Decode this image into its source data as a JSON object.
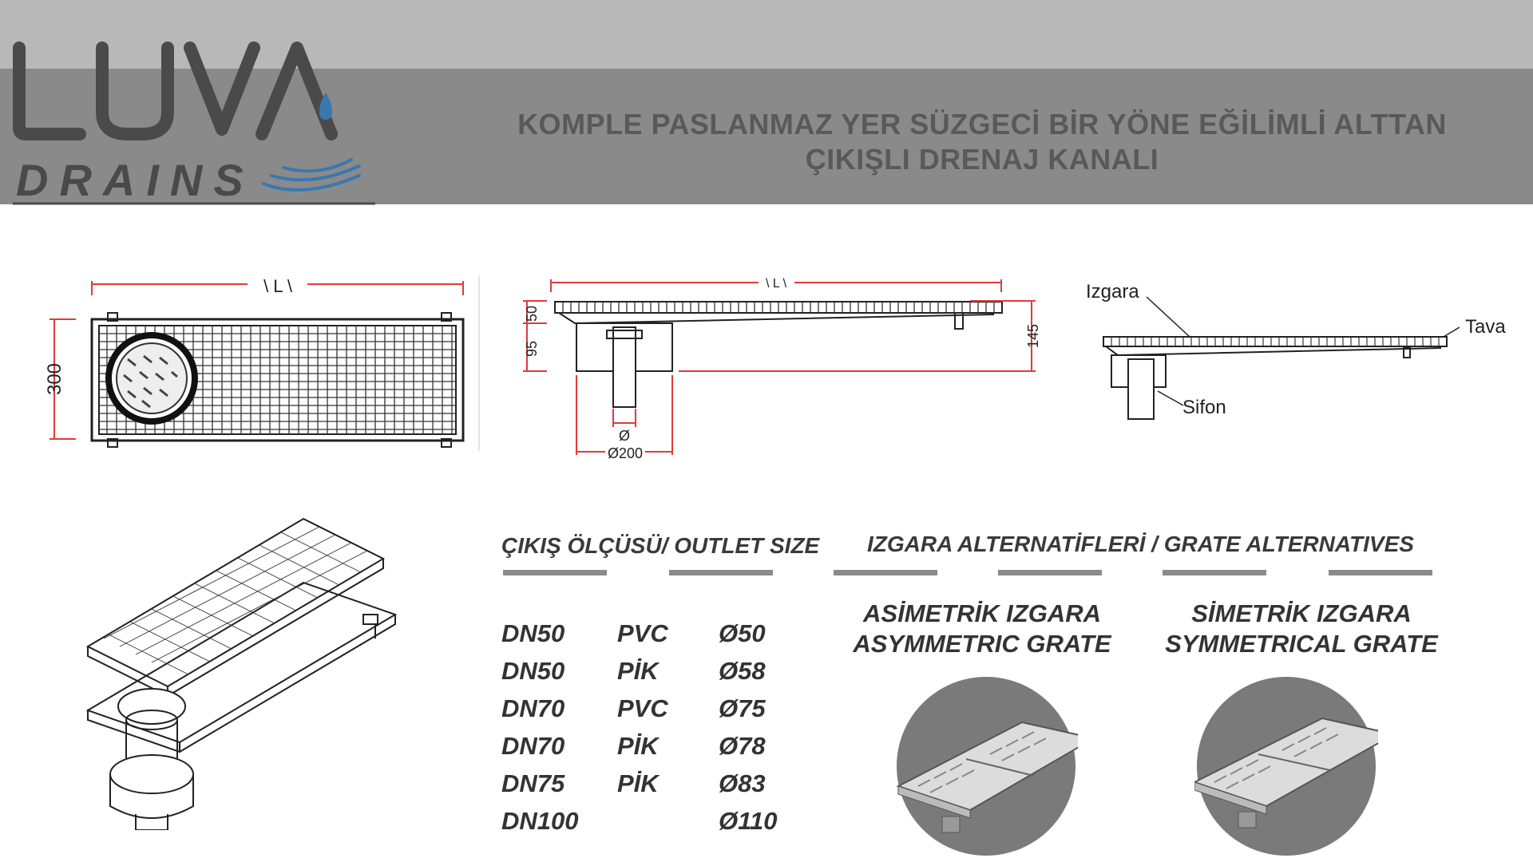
{
  "brand": {
    "name": "LUVA",
    "sub": "DRAINS"
  },
  "header": {
    "title_line1": "KOMPLE PASLANMAZ YER SÜZGECİ BİR YÖNE EĞİLİMLİ ALTTAN",
    "title_line2": "ÇIKIŞLI DRENAJ KANALI"
  },
  "drawing_plan": {
    "length_label": "\\ L \\",
    "width_label": "300"
  },
  "drawing_section": {
    "length_label": "\\ L \\",
    "dim_50": "50",
    "dim_95": "95",
    "dim_145": "145",
    "dim_phi": "Ø",
    "dim_200": "Ø200"
  },
  "drawing_parts": {
    "izgara": "Izgara",
    "tava": "Tava",
    "sifon": "Sifon"
  },
  "outlet": {
    "heading": "ÇIKIŞ ÖLÇÜSÜ/ OUTLET SIZE",
    "rows": [
      {
        "dn": "DN50",
        "material": "PVC",
        "dia": "Ø50"
      },
      {
        "dn": "DN50",
        "material": "PİK",
        "dia": "Ø58"
      },
      {
        "dn": "DN70",
        "material": "PVC",
        "dia": "Ø75"
      },
      {
        "dn": "DN70",
        "material": "PİK",
        "dia": "Ø78"
      },
      {
        "dn": "DN75",
        "material": "PİK",
        "dia": "Ø83"
      },
      {
        "dn": "DN100",
        "material": "",
        "dia": "Ø110"
      }
    ]
  },
  "grates": {
    "heading": "IZGARA ALTERNATİFLERİ / GRATE ALTERNATIVES",
    "asym_tr": "ASİMETRİK IZGARA",
    "asym_en": "ASYMMETRIC GRATE",
    "sym_tr": "SİMETRİK IZGARA",
    "sym_en": "SYMMETRICAL GRATE"
  },
  "colors": {
    "header_top": "#b8b8b8",
    "header_main": "#8a8a8a",
    "dimension_red": "#e03a3a",
    "logo_gray": "#4a4a4a",
    "logo_blue": "#3a78b0"
  }
}
